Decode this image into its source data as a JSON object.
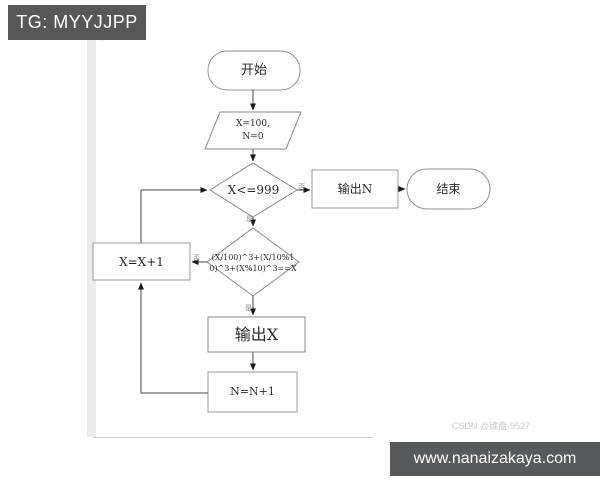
{
  "badge": {
    "text": "TG: MYYJJPP"
  },
  "watermark": {
    "text": "CSDN @键盘-9527"
  },
  "footer": {
    "url": "www.nanaizakaya.com"
  },
  "colors": {
    "badge_bg": "#575757",
    "footer_bg": "#58595b",
    "shape_stroke": "#909090",
    "connector": "#4a4a4a",
    "arrowhead": "#1a1a1a",
    "watermark_text": "#c9c9c9"
  },
  "flowchart": {
    "nodes": {
      "start": {
        "label": "开始",
        "type": "terminator"
      },
      "init": {
        "line1": "X=100,",
        "line2": "N=0",
        "type": "input"
      },
      "cond_range": {
        "label": "X<=999",
        "type": "decision"
      },
      "cond_narcissist": {
        "line1": "(X/100)^3+(X/10%1",
        "line2": "0)^3+(X%10)^3==X",
        "type": "decision"
      },
      "output_n": {
        "label": "输出N",
        "type": "process"
      },
      "end": {
        "label": "结束",
        "type": "terminator"
      },
      "inc_x": {
        "label": "X=X+1",
        "type": "process"
      },
      "output_x": {
        "label": "输出X",
        "type": "process"
      },
      "inc_n": {
        "label": "N=N+1",
        "type": "process"
      }
    },
    "branch_labels": {
      "yes": "是",
      "no": "否"
    }
  }
}
